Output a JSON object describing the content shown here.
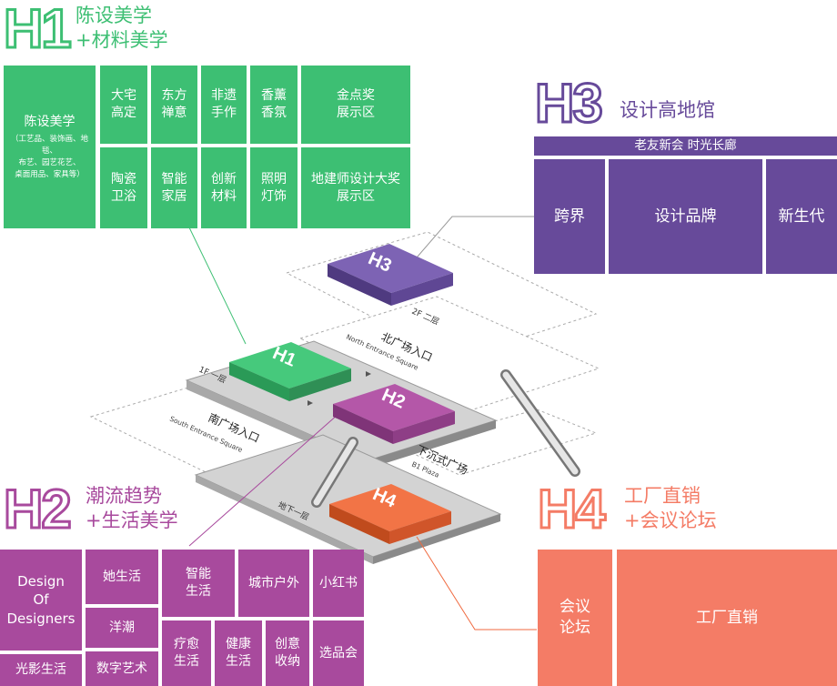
{
  "colors": {
    "green": "#3dbf73",
    "purple": "#674a9a",
    "magenta": "#a84a9d",
    "coral": "#f47c66",
    "orange": "#f06a3f",
    "grey_floor": "#c9c9c9"
  },
  "h1": {
    "code": "H1",
    "name": "陈设美学\n+材料美学",
    "main": {
      "label": "陈设美学",
      "sub": "（工艺品、装饰画、地毯、\n布艺、园艺花艺、\n桌面用品、家具等）"
    },
    "cells": [
      "大宅\n高定",
      "东方\n禅意",
      "非遗\n手作",
      "香薰\n香氛",
      "金点奖\n展示区",
      "陶瓷\n卫浴",
      "智能\n家居",
      "创新\n材料",
      "照明\n灯饰",
      "地建师设计大奖\n展示区"
    ]
  },
  "h3": {
    "code": "H3",
    "name": "设计高地馆",
    "banner": "老友新会 时光长廊",
    "cells": [
      "跨界",
      "设计品牌",
      "新生代"
    ]
  },
  "h2": {
    "code": "H2",
    "name": "潮流趋势\n+生活美学",
    "cells": {
      "design": "Design\nOf\nDesigners",
      "light": "光影生活",
      "she": "她生活",
      "yang": "洋潮",
      "digital": "数字艺术",
      "smart": "智能\n生活",
      "heal": "疗愈\n生活",
      "health": "健康\n生活",
      "outdoor": "城市户外",
      "storage": "创意\n收纳",
      "xhs": "小红书",
      "select": "选品会"
    }
  },
  "h4": {
    "code": "H4",
    "name": "工厂直销\n+会议论坛",
    "cells": [
      "会议\n论坛",
      "工厂直销"
    ]
  },
  "map": {
    "floor2": "2F 二层",
    "north_cn": "北广场入口",
    "north_en": "North Entrance Square",
    "floor1": "1F 一层",
    "south_cn": "南广场入口",
    "south_en": "South Entrance Square",
    "sunken_cn": "下沉式广场",
    "sunken_en": "B1 Plaza",
    "b1": "地下一层",
    "blocks": [
      "H3",
      "H1",
      "H2",
      "H4"
    ]
  }
}
